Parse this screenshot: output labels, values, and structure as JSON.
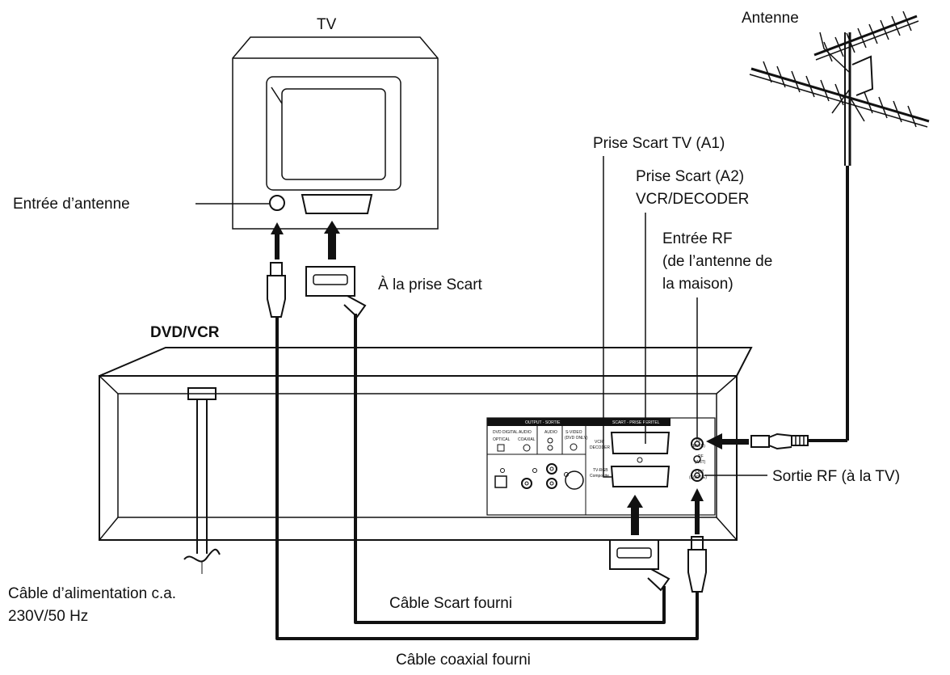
{
  "labels": {
    "tv": "TV",
    "antenna": "Antenne",
    "antenna_input": "Entrée d’antenne",
    "to_scart": "À la prise Scart",
    "dvd_vcr": "DVD/VCR",
    "scart_tv": "Prise Scart TV (A1)",
    "scart_a2_line1": "Prise Scart (A2)",
    "scart_a2_line2": "VCR/DECODER",
    "rf_in_line1": "Entrée RF",
    "rf_in_line2": "(de l’antenne de",
    "rf_in_line3": "la maison)",
    "rf_out": "Sortie RF (à la TV)",
    "power_line1": "Câble d’alimentation c.a.",
    "power_line2": "230V/50 Hz",
    "scart_cable": "Câble Scart fourni",
    "coax_cable": "Câble coaxial fourni"
  },
  "panel": {
    "output_header": "OUTPUT - SORTIE",
    "scart_header": "SCART - PRISE PERITEL",
    "dvd_digital_audio": "DVD DIGITAL AUDIO",
    "optical": "OPTICAL",
    "coaxial": "COAXIAL",
    "audio": "AUDIO",
    "svideo": "S-VIDEO",
    "dvd_only": "(DVD ONLY)",
    "vcr": "VCR/",
    "decoder": "DECODER",
    "tvrgb": "TV-RGB",
    "composite": "Composite",
    "in": "IN",
    "entree": "(ENTR)",
    "rf": "RF",
    "ant": "(ANT)",
    "out": "OUT",
    "sortie": "(SORTIE)"
  }
}
